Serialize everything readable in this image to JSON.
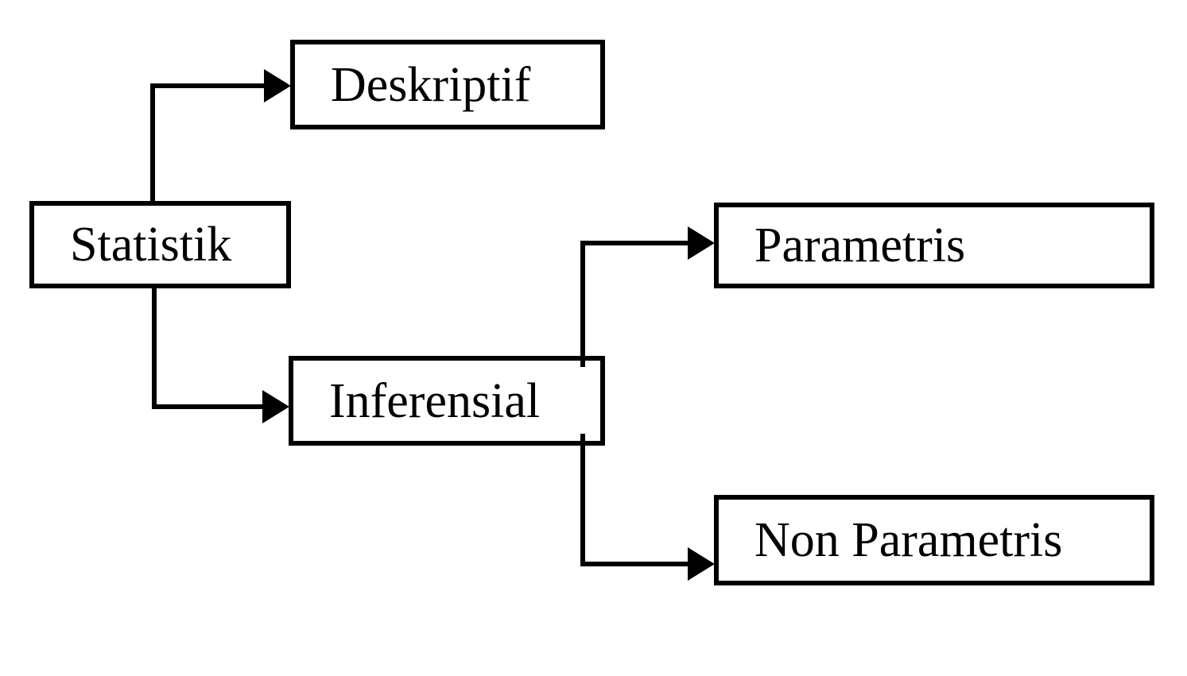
{
  "diagram": {
    "type": "flowchart",
    "background": "#ffffff",
    "colors": {
      "line": "#000000",
      "box_border": "#000000",
      "box_fill": "#ffffff",
      "text": "#000000"
    },
    "nodes": {
      "statistik": {
        "label": "Statistik"
      },
      "deskriptif": {
        "label": "Deskriptif"
      },
      "inferensial": {
        "label": "Inferensial"
      },
      "parametris": {
        "label": "Parametris"
      },
      "non_parametris": {
        "label": "Non Parametris"
      }
    },
    "edges": [
      {
        "from": "Statistik",
        "to": "Deskriptif"
      },
      {
        "from": "Statistik",
        "to": "Inferensial"
      },
      {
        "from": "Inferensial",
        "to": "Parametris"
      },
      {
        "from": "Inferensial",
        "to": "Non Parametris"
      }
    ]
  }
}
